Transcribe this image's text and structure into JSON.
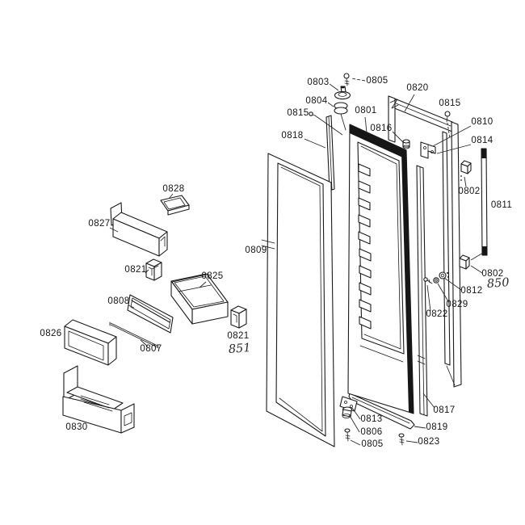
{
  "labels": {
    "p0801": "0801",
    "p0802": "0802",
    "p0803": "0803",
    "p0804": "0804",
    "p0805": "0805",
    "p0806": "0806",
    "p0807": "0807",
    "p0808": "0808",
    "p0809": "0809",
    "p0810": "0810",
    "p0811": "0811",
    "p0812": "0812",
    "p0813": "0813",
    "p0814": "0814",
    "p0815": "0815",
    "p0816": "0816",
    "p0817": "0817",
    "p0818": "0818",
    "p0819": "0819",
    "p0820": "0820",
    "p0821": "0821",
    "p0822": "0822",
    "p0823": "0823",
    "p0825": "0825",
    "p0826": "0826",
    "p0827": "0827",
    "p0828": "0828",
    "p0829": "0829",
    "p0830": "0830"
  },
  "annotations": {
    "hw_850": "850",
    "hw_851": "851"
  },
  "colors": {
    "line": "#1a1a1a",
    "background": "#ffffff"
  }
}
